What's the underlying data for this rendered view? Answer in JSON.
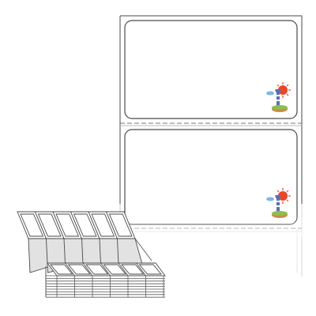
{
  "product": {
    "label_count": 2,
    "labels": [
      {
        "index": 1,
        "logo": "lighthouse-icon"
      },
      {
        "index": 2,
        "logo": "lighthouse-icon"
      }
    ],
    "fold_stack": {
      "columns": 6
    }
  },
  "colors": {
    "background": "#ffffff",
    "outline": "#4a4a4a",
    "perforation": "#9a9a9a",
    "shadow_gray": "#d8d8d8",
    "sun": "#e8472a",
    "tower": "#5a6fb0",
    "tower_stripe": "#ffffff",
    "cloud": "#7fb6e6",
    "island": "#8bbf4a",
    "island_soil": "#c98a4a"
  }
}
